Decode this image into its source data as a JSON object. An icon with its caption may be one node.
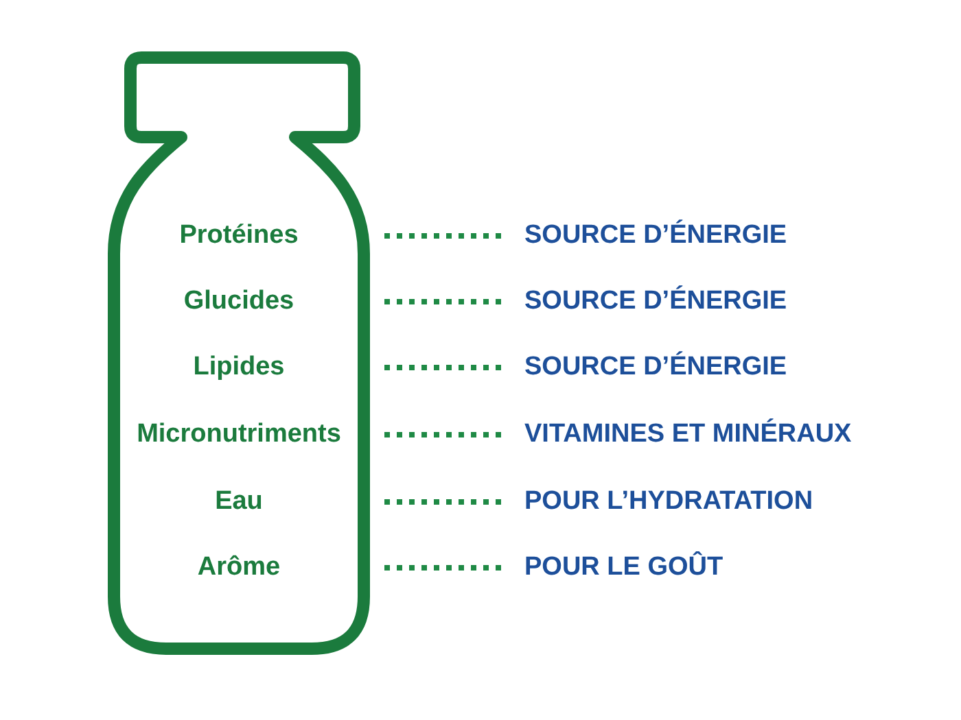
{
  "diagram": {
    "nodes": [
      {
        "text": [],
        "shape": "bottle"
      },
      {
        "text": [
          "Protéines"
        ],
        "in": 0
      },
      {
        "text": [
          "Glucides"
        ],
        "in": 0
      },
      {
        "text": [
          "Lipides"
        ],
        "in": 0
      },
      {
        "text": [
          "Micronutriments"
        ],
        "in": 0
      },
      {
        "text": [
          "Eau"
        ],
        "in": 0
      },
      {
        "text": [
          "Arôme"
        ],
        "in": 0
      },
      {
        "text": [
          "SOURCE D’ÉNERGIE"
        ]
      },
      {
        "text": [
          "SOURCE D’ÉNERGIE"
        ]
      },
      {
        "text": [
          "SOURCE D’ÉNERGIE"
        ]
      },
      {
        "text": [
          "VITAMINES ET MINÉRAUX"
        ]
      },
      {
        "text": [
          "POUR L’HYDRATATION"
        ]
      },
      {
        "text": [
          "POUR LE GOÛT"
        ]
      }
    ],
    "edges": [
      {
        "from": 0,
        "to": 7,
        "arrow": "none",
        "style": "dashed"
      },
      {
        "from": 0,
        "to": 8,
        "arrow": "none",
        "style": "dashed"
      },
      {
        "from": 0,
        "to": 9,
        "arrow": "none",
        "style": "dashed"
      },
      {
        "from": 0,
        "to": 10,
        "arrow": "none",
        "style": "dashed"
      },
      {
        "from": 0,
        "to": 11,
        "arrow": "none",
        "style": "dashed"
      },
      {
        "from": 0,
        "to": 12,
        "arrow": "none",
        "style": "dashed"
      }
    ]
  }
}
